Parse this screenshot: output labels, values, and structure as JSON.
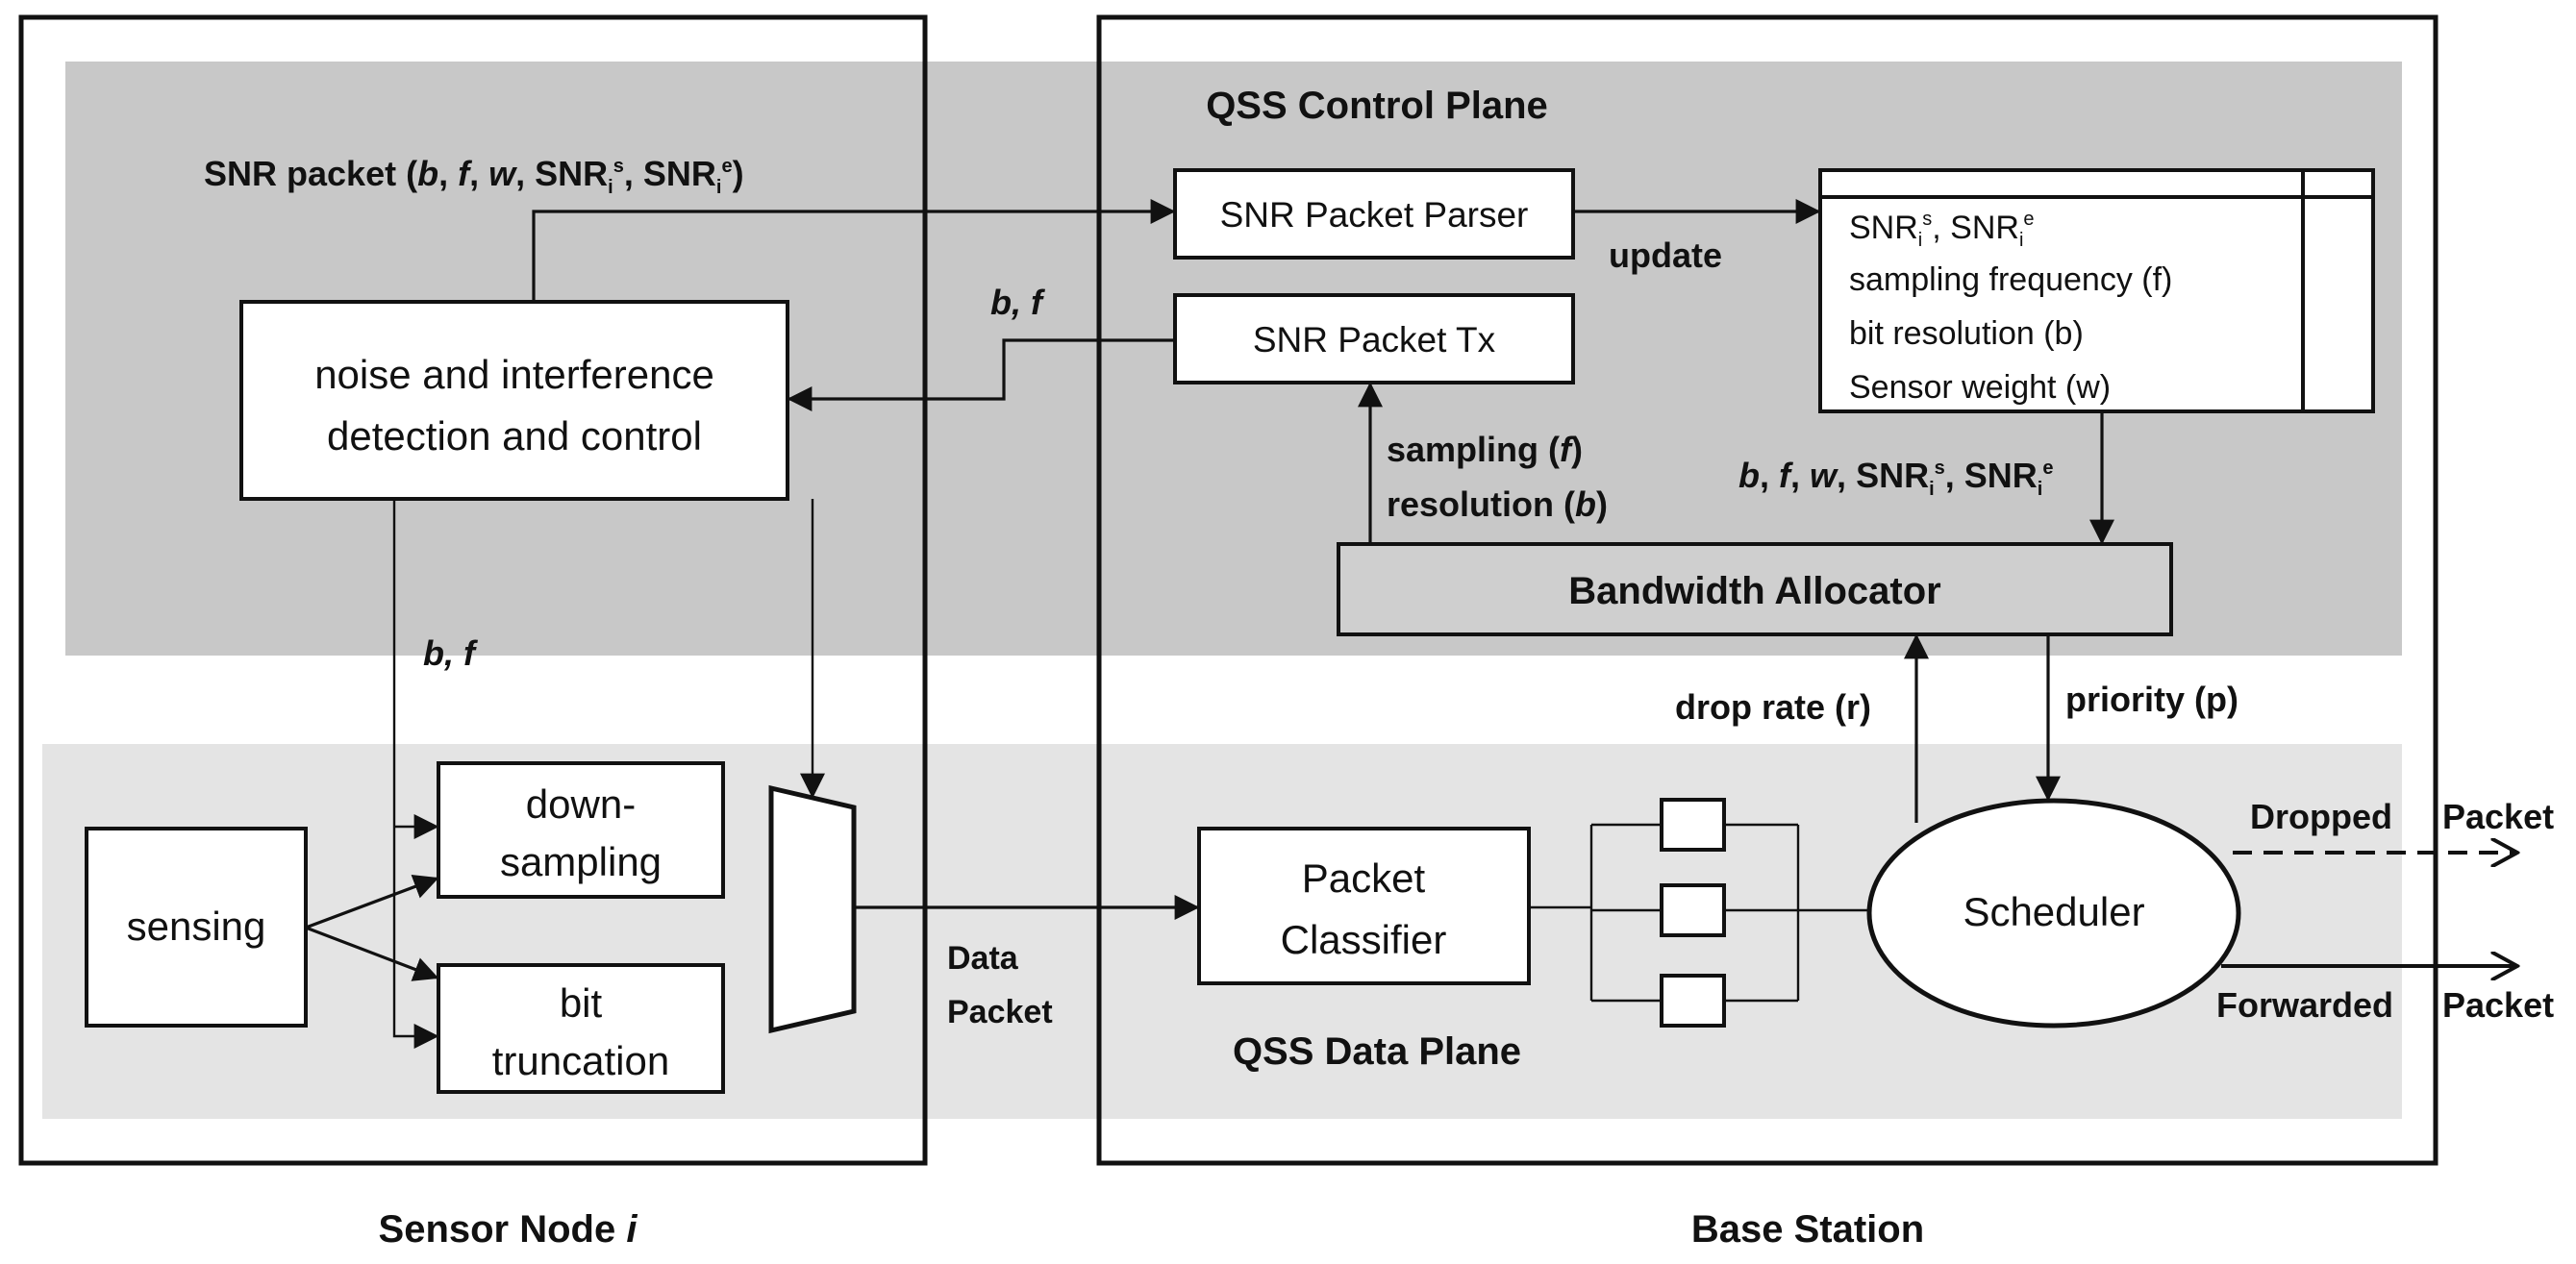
{
  "planes": {
    "control": "QSS Control Plane",
    "data": "QSS Data Plane"
  },
  "regions": {
    "sensor_node": {
      "label": "Sensor Node ",
      "label_italic": "i"
    },
    "base_station": {
      "label": "Base Station"
    }
  },
  "blocks": {
    "noise": {
      "line1": "noise and interference",
      "line2": "detection and control"
    },
    "parser": "SNR Packet Parser",
    "tx": "SNR Packet Tx",
    "bandwidth": "Bandwidth Allocator",
    "sensing": "sensing",
    "downsampling": {
      "line1": "down-",
      "line2": "sampling"
    },
    "bit_truncation": {
      "line1": "bit",
      "line2": "truncation"
    },
    "classifier": {
      "line1": "Packet",
      "line2": "Classifier"
    },
    "scheduler": "Scheduler"
  },
  "table": {
    "row_snr": {
      "a": "SNR",
      "a_sub": "i",
      "a_sup": "s",
      "sep": ", ",
      "b": "SNR",
      "b_sub": "i",
      "b_sup": "e"
    },
    "row_freq": "sampling frequency (f)",
    "row_bits": "bit resolution (b)",
    "row_weight": "Sensor weight (w)"
  },
  "labels": {
    "snr_packet": {
      "prefix": "SNR packet (",
      "b": "b",
      "f": "f",
      "w": "w",
      "snr": "SNR",
      "sub": "i",
      "sup_s": "s",
      "sup_e": "e",
      "close": ")"
    },
    "update": "update",
    "bf_top": {
      "b": "b",
      "f": "f"
    },
    "bf_left": {
      "b": "b",
      "f": "f"
    },
    "sampling": {
      "prefix": "sampling (",
      "var": "f",
      "close": ")"
    },
    "resolution": {
      "prefix": "resolution (",
      "var": "b",
      "close": ")"
    },
    "bfw": {
      "b": "b",
      "f": "f",
      "w": "w",
      "snr": "SNR",
      "sub": "i",
      "sup_s": "s",
      "sup_e": "e"
    },
    "drop_rate": "drop rate (r)",
    "priority": "priority (p)",
    "data_packet": {
      "line1": "Data",
      "line2": "Packet"
    },
    "dropped": {
      "word1": "Dropped",
      "word2": "Packet"
    },
    "forwarded": {
      "word1": "Forwarded",
      "word2": "Packet"
    }
  }
}
